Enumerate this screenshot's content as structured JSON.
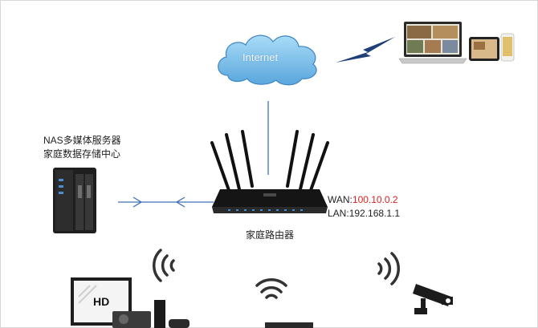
{
  "cloud": {
    "label": "Internet"
  },
  "nas": {
    "line1": "NAS多媒体服务器",
    "line2": "家庭数据存储中心"
  },
  "router": {
    "label": "家庭路由器",
    "wan_prefix": "WAN:",
    "wan_value": "100.10.0.2",
    "lan_prefix": "LAN:",
    "lan_value": "192.168.1.1"
  },
  "tv": {
    "badge": "HD"
  },
  "colors": {
    "cloud": "#8ec9ee",
    "link_line": "#3f6fb5",
    "lightning": "#1e3f78",
    "wan_value": "#e02020",
    "device_dark": "#1f1f1f"
  },
  "icons": [
    "cloud-icon",
    "lightning-icon",
    "laptop-icon",
    "tablet-icon",
    "phone-icon",
    "router-icon",
    "nas-icon",
    "tv-icon",
    "game-console-icon",
    "wifi-signal-icon",
    "security-camera-icon"
  ]
}
